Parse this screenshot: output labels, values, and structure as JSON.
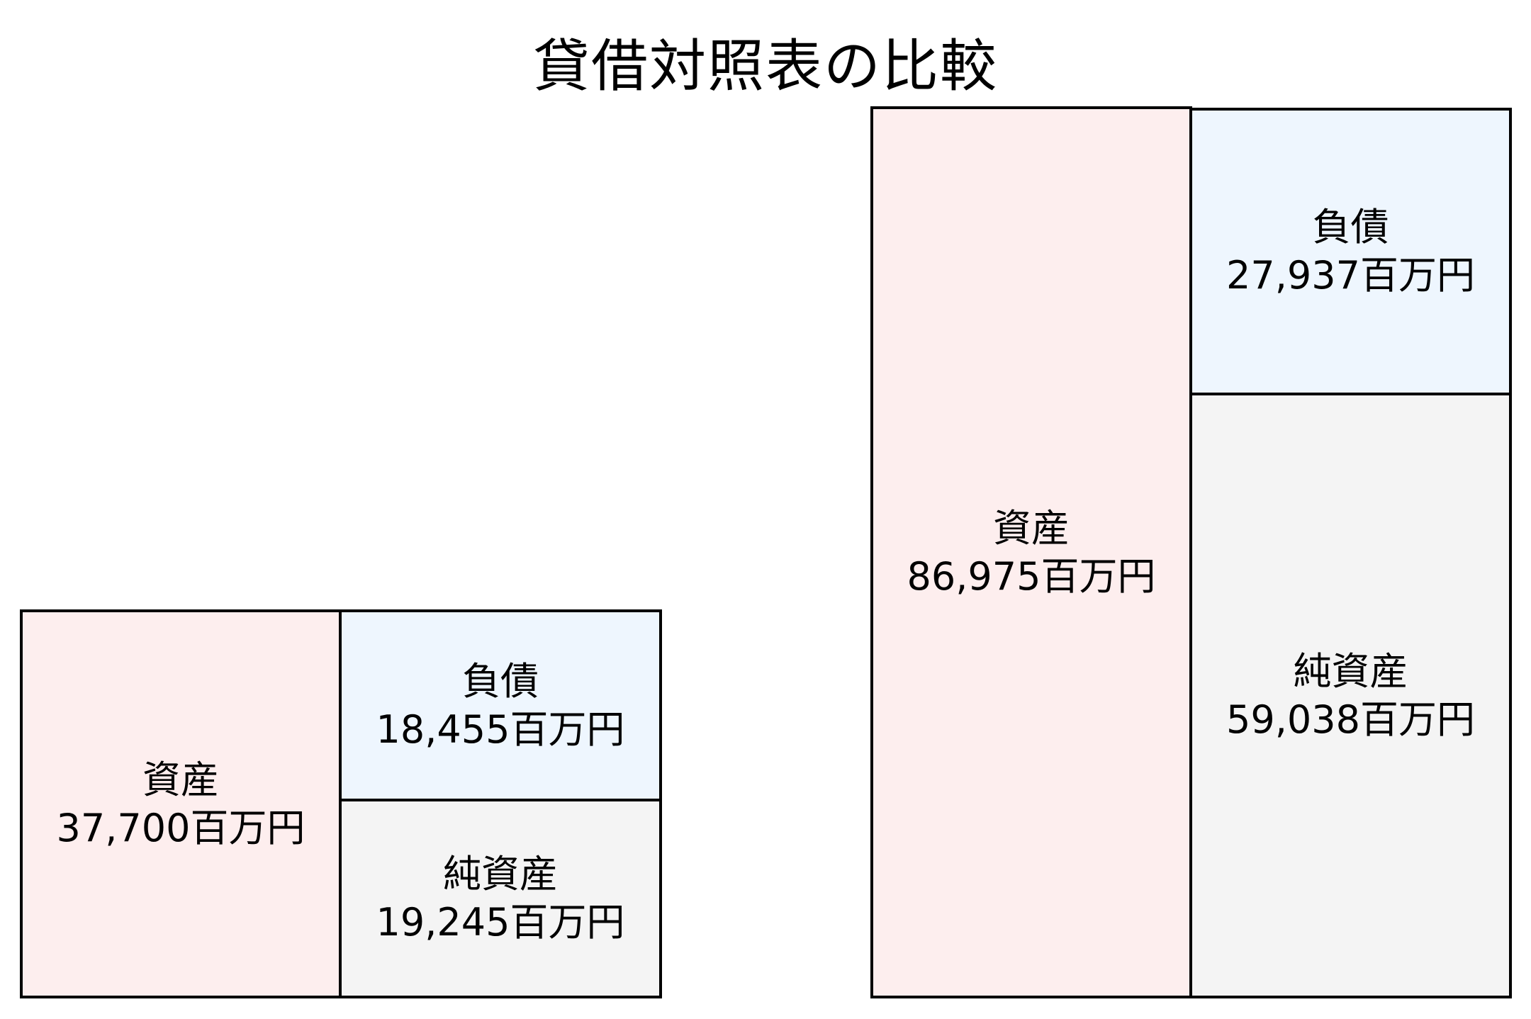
{
  "title": "貸借対照表の比較",
  "colors": {
    "assets": "#fdeeee",
    "liabilities": "#eef6fe",
    "net_assets": "#f4f4f4",
    "border": "#000000"
  },
  "left": {
    "assets": {
      "label": "資産",
      "value": "37,700百万円"
    },
    "liabilities": {
      "label": "負債",
      "value": "18,455百万円"
    },
    "net_assets": {
      "label": "純資産",
      "value": "19,245百万円"
    }
  },
  "right": {
    "assets": {
      "label": "資産",
      "value": "86,975百万円"
    },
    "liabilities": {
      "label": "負債",
      "value": "27,937百万円"
    },
    "net_assets": {
      "label": "純資産",
      "value": "59,038百万円"
    }
  },
  "chart_data": {
    "type": "table",
    "title": "貸借対照表の比較",
    "unit": "百万円",
    "categories": [
      "資産",
      "負債",
      "純資産"
    ],
    "series": [
      {
        "name": "left",
        "values": [
          37700,
          18455,
          19245
        ]
      },
      {
        "name": "right",
        "values": [
          86975,
          27937,
          59038
        ]
      }
    ],
    "layout": "balance-sheet blocks; assets on left column, liabilities (top) and net assets (bottom) on right column; block heights proportional to totals"
  }
}
